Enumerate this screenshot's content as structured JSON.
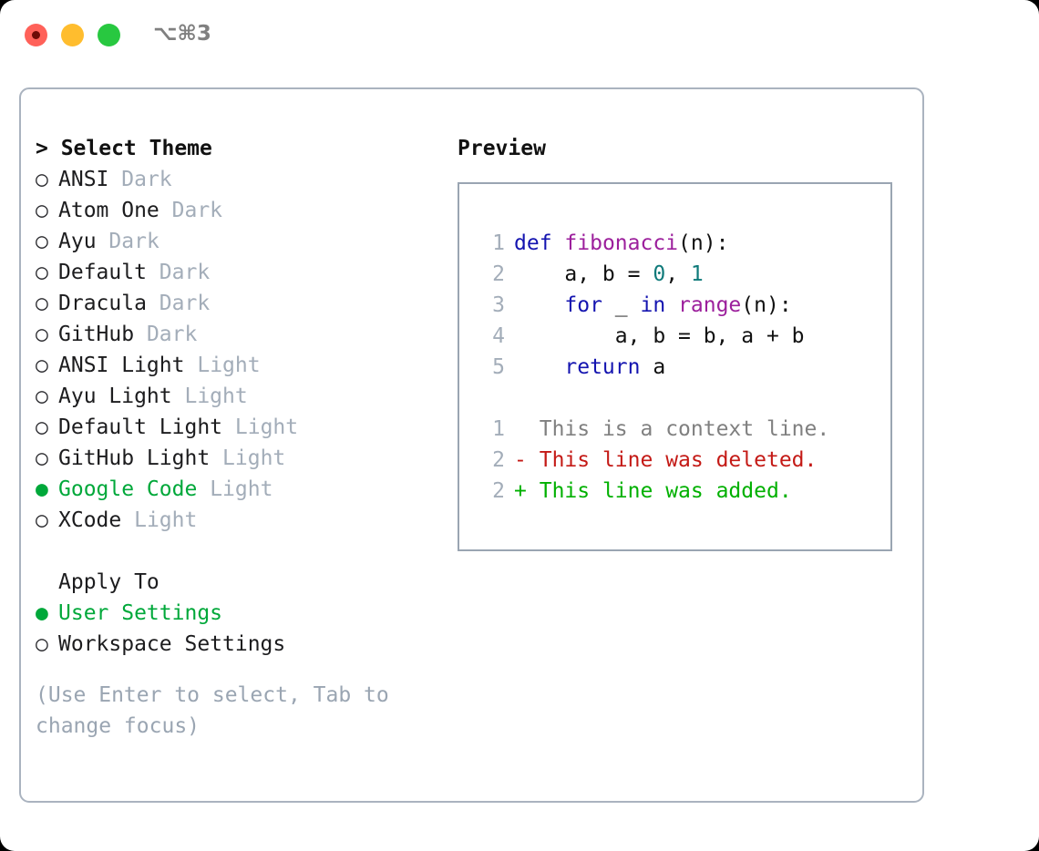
{
  "window": {
    "shortcut": "⌥⌘3",
    "traffic_lights": [
      {
        "name": "close",
        "color": "#ff6159"
      },
      {
        "name": "minimize",
        "color": "#ffbd2e"
      },
      {
        "name": "maximize",
        "color": "#28c840"
      }
    ]
  },
  "theme_picker": {
    "header": "> Select Theme",
    "items": [
      {
        "bullet": "○",
        "name": "ANSI",
        "suffix": "Dark",
        "selected": false
      },
      {
        "bullet": "○",
        "name": "Atom One",
        "suffix": "Dark",
        "selected": false
      },
      {
        "bullet": "○",
        "name": "Ayu",
        "suffix": "Dark",
        "selected": false
      },
      {
        "bullet": "○",
        "name": "Default",
        "suffix": "Dark",
        "selected": false
      },
      {
        "bullet": "○",
        "name": "Dracula",
        "suffix": "Dark",
        "selected": false
      },
      {
        "bullet": "○",
        "name": "GitHub",
        "suffix": "Dark",
        "selected": false
      },
      {
        "bullet": "○",
        "name": "ANSI Light",
        "suffix": "Light",
        "selected": false
      },
      {
        "bullet": "○",
        "name": "Ayu Light",
        "suffix": "Light",
        "selected": false
      },
      {
        "bullet": "○",
        "name": "Default Light",
        "suffix": "Light",
        "selected": false
      },
      {
        "bullet": "○",
        "name": "GitHub Light",
        "suffix": "Light",
        "selected": false
      },
      {
        "bullet": "●",
        "name": "Google Code",
        "suffix": "Light",
        "selected": true
      },
      {
        "bullet": "○",
        "name": "XCode",
        "suffix": "Light",
        "selected": false
      }
    ]
  },
  "apply_to": {
    "header": "Apply To",
    "options": [
      {
        "bullet": "●",
        "label": "User Settings",
        "selected": true
      },
      {
        "bullet": "○",
        "label": "Workspace Settings",
        "selected": false
      }
    ]
  },
  "help": {
    "text": "(Use Enter to select, Tab to change focus)"
  },
  "preview": {
    "title": "Preview",
    "code_lines": [
      {
        "num": "1",
        "tokens": [
          {
            "t": "def",
            "c": "kw"
          },
          {
            "t": " ",
            "c": "pn"
          },
          {
            "t": "fibonacci",
            "c": "fn"
          },
          {
            "t": "(n):",
            "c": "pn"
          }
        ]
      },
      {
        "num": "2",
        "tokens": [
          {
            "t": "    a, b = ",
            "c": "pn"
          },
          {
            "t": "0",
            "c": "num"
          },
          {
            "t": ", ",
            "c": "pn"
          },
          {
            "t": "1",
            "c": "num"
          }
        ]
      },
      {
        "num": "3",
        "tokens": [
          {
            "t": "    ",
            "c": "pn"
          },
          {
            "t": "for",
            "c": "kw"
          },
          {
            "t": " _ ",
            "c": "pn"
          },
          {
            "t": "in",
            "c": "kw"
          },
          {
            "t": " ",
            "c": "pn"
          },
          {
            "t": "range",
            "c": "fn"
          },
          {
            "t": "(n):",
            "c": "pn"
          }
        ]
      },
      {
        "num": "4",
        "tokens": [
          {
            "t": "        a, b = b, a + b",
            "c": "pn"
          }
        ]
      },
      {
        "num": "5",
        "tokens": [
          {
            "t": "    ",
            "c": "pn"
          },
          {
            "t": "return",
            "c": "kw"
          },
          {
            "t": " a",
            "c": "pn"
          }
        ]
      }
    ],
    "diff_lines": [
      {
        "num": "1",
        "marker": " ",
        "text": "This is a context line.",
        "kind": "ctx"
      },
      {
        "num": "2",
        "marker": "-",
        "text": "This line was deleted.",
        "kind": "del"
      },
      {
        "num": "2",
        "marker": "+",
        "text": "This line was added.",
        "kind": "add"
      }
    ]
  },
  "colors": {
    "accent_green": "#00a83a",
    "muted": "#a3adb9",
    "border": "#9aa5b2",
    "keyword": "#1414b0",
    "function": "#9c1f9c",
    "number": "#0f7a7a",
    "diff_deleted": "#c41a16",
    "diff_added": "#00b000"
  }
}
